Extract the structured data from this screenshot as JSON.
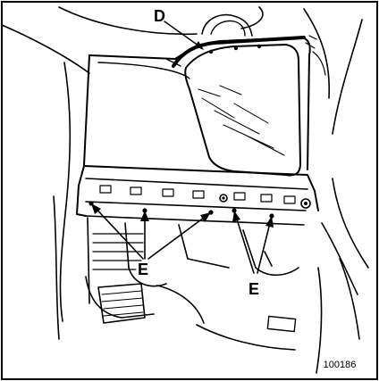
{
  "figure": {
    "callouts": {
      "d": "D",
      "e_left": "E",
      "e_right": "E"
    },
    "reference_number": "100186"
  }
}
